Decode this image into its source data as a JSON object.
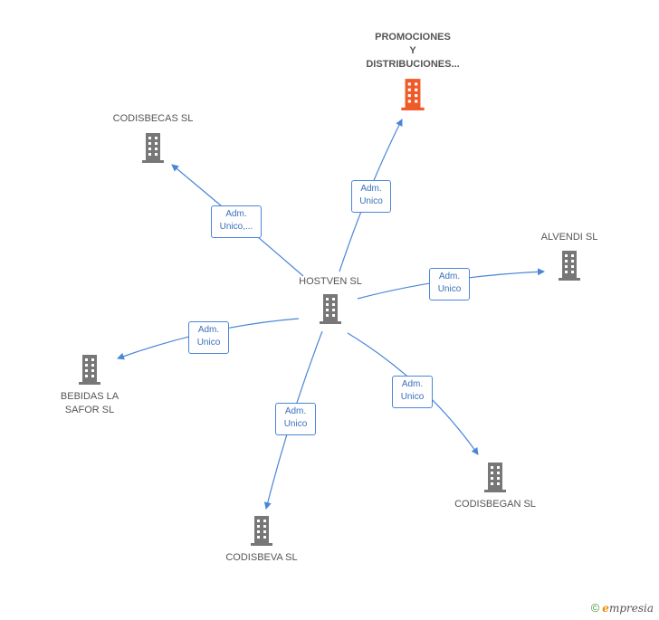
{
  "nodes": {
    "center": {
      "label": "HOSTVEN SL",
      "color": "#777777"
    },
    "promociones": {
      "lines": [
        "PROMOCIONES",
        "Y",
        "DISTRIBUCIONES..."
      ],
      "color": "#f05a28"
    },
    "codisbecas": {
      "label": "CODISBECAS SL",
      "color": "#777777"
    },
    "alvendi": {
      "label": "ALVENDI SL",
      "color": "#777777"
    },
    "bebidas": {
      "lines": [
        "BEBIDAS LA",
        "SAFOR SL"
      ],
      "color": "#777777"
    },
    "codisbegan": {
      "label": "CODISBEGAN SL",
      "color": "#777777"
    },
    "codisbeva": {
      "label": "CODISBEVA SL",
      "color": "#777777"
    }
  },
  "edges": {
    "promociones": [
      "Adm.",
      "Unico"
    ],
    "codisbecas": [
      "Adm.",
      "Unico,..."
    ],
    "alvendi": [
      "Adm.",
      "Unico"
    ],
    "bebidas": [
      "Adm.",
      "Unico"
    ],
    "codisbegan": [
      "Adm.",
      "Unico"
    ],
    "codisbeva": [
      "Adm.",
      "Unico"
    ]
  },
  "edge_color": "#4a86d8",
  "footer": {
    "copyright": "©",
    "brand_initial": "e",
    "brand_rest": "mpresia"
  }
}
